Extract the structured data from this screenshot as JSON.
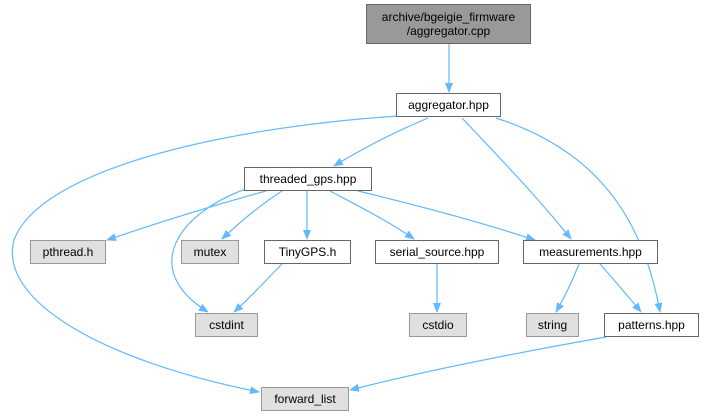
{
  "graph": {
    "edge_color": "#63b8ff",
    "nodes": [
      {
        "id": "root",
        "label": "archive/bgeigie_firmware\n/aggregator.cpp",
        "kind": "root",
        "fill": "#999999"
      },
      {
        "id": "aggregator",
        "label": "aggregator.hpp",
        "kind": "local",
        "fill": "#ffffff"
      },
      {
        "id": "threaded_gps",
        "label": "threaded_gps.hpp",
        "kind": "local",
        "fill": "#ffffff"
      },
      {
        "id": "pthread",
        "label": "pthread.h",
        "kind": "system",
        "fill": "#e0e0e0"
      },
      {
        "id": "mutex",
        "label": "mutex",
        "kind": "system",
        "fill": "#e0e0e0"
      },
      {
        "id": "tinygps",
        "label": "TinyGPS.h",
        "kind": "local",
        "fill": "#ffffff"
      },
      {
        "id": "serial_source",
        "label": "serial_source.hpp",
        "kind": "local",
        "fill": "#ffffff"
      },
      {
        "id": "measurements",
        "label": "measurements.hpp",
        "kind": "local",
        "fill": "#ffffff"
      },
      {
        "id": "cstdint",
        "label": "cstdint",
        "kind": "system",
        "fill": "#e0e0e0"
      },
      {
        "id": "cstdio",
        "label": "cstdio",
        "kind": "system",
        "fill": "#e0e0e0"
      },
      {
        "id": "string",
        "label": "string",
        "kind": "system",
        "fill": "#e0e0e0"
      },
      {
        "id": "patterns",
        "label": "patterns.hpp",
        "kind": "local",
        "fill": "#ffffff"
      },
      {
        "id": "forward_list",
        "label": "forward_list",
        "kind": "system",
        "fill": "#e0e0e0"
      }
    ],
    "edges": [
      {
        "from": "root",
        "to": "aggregator"
      },
      {
        "from": "aggregator",
        "to": "threaded_gps"
      },
      {
        "from": "aggregator",
        "to": "measurements"
      },
      {
        "from": "aggregator",
        "to": "patterns"
      },
      {
        "from": "aggregator",
        "to": "forward_list"
      },
      {
        "from": "threaded_gps",
        "to": "pthread"
      },
      {
        "from": "threaded_gps",
        "to": "mutex"
      },
      {
        "from": "threaded_gps",
        "to": "tinygps"
      },
      {
        "from": "threaded_gps",
        "to": "serial_source"
      },
      {
        "from": "threaded_gps",
        "to": "measurements"
      },
      {
        "from": "threaded_gps",
        "to": "cstdint"
      },
      {
        "from": "tinygps",
        "to": "cstdint"
      },
      {
        "from": "serial_source",
        "to": "cstdio"
      },
      {
        "from": "measurements",
        "to": "string"
      },
      {
        "from": "measurements",
        "to": "patterns"
      },
      {
        "from": "patterns",
        "to": "forward_list"
      }
    ]
  }
}
